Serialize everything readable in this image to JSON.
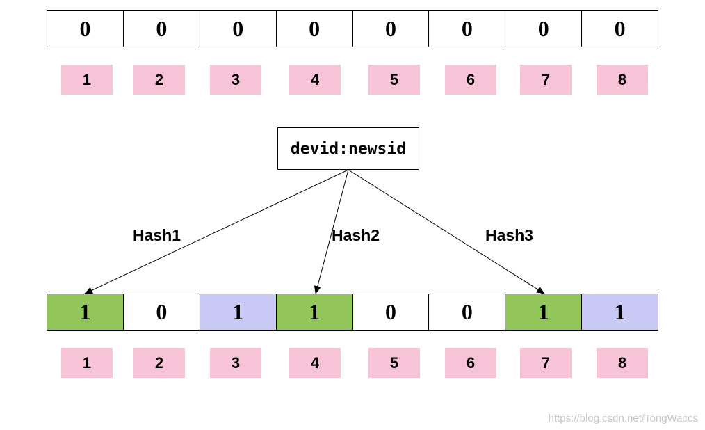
{
  "top_array": {
    "bits": [
      "0",
      "0",
      "0",
      "0",
      "0",
      "0",
      "0",
      "0"
    ],
    "indices": [
      "1",
      "2",
      "3",
      "4",
      "5",
      "6",
      "7",
      "8"
    ]
  },
  "key_label": "devid:newsid",
  "hash_labels": [
    "Hash1",
    "Hash2",
    "Hash3"
  ],
  "bottom_array": {
    "bits": [
      {
        "value": "1",
        "state": "green"
      },
      {
        "value": "0",
        "state": "white"
      },
      {
        "value": "1",
        "state": "lavender"
      },
      {
        "value": "1",
        "state": "green"
      },
      {
        "value": "0",
        "state": "white"
      },
      {
        "value": "0",
        "state": "white"
      },
      {
        "value": "1",
        "state": "green"
      },
      {
        "value": "1",
        "state": "lavender"
      }
    ],
    "indices": [
      "1",
      "2",
      "3",
      "4",
      "5",
      "6",
      "7",
      "8"
    ]
  },
  "colors": {
    "set_bit": "#92c65a",
    "other_set_bit": "#c9c9f6",
    "index_bg": "#f6c4d6"
  },
  "watermark": "https://blog.csdn.net/TongWaccs"
}
